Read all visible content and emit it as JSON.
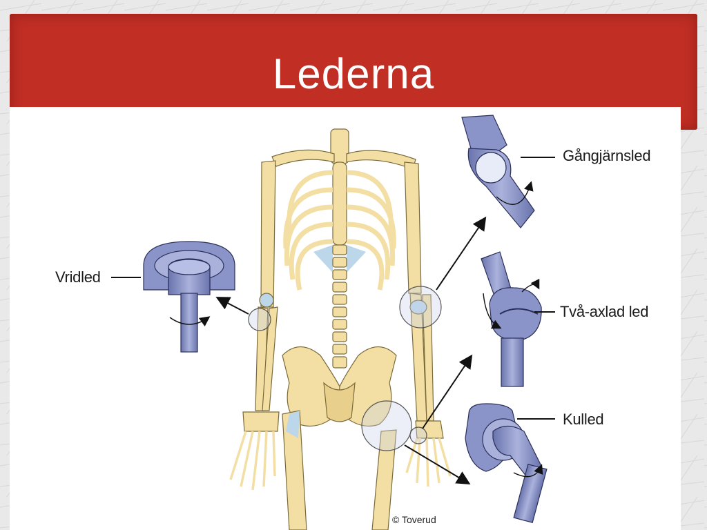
{
  "slide": {
    "title": "Lederna"
  },
  "figure": {
    "labels": {
      "hinge": "Gångjärnsled",
      "pivot": "Vridled",
      "biaxial": "Två-axlad led",
      "ball": "Kulled"
    },
    "copyright": "© Toverud"
  },
  "colors": {
    "banner": "#c02e24",
    "bone": "#f3dfa4",
    "joint": "#8a94c8",
    "cartilage": "#bcd6ea"
  }
}
